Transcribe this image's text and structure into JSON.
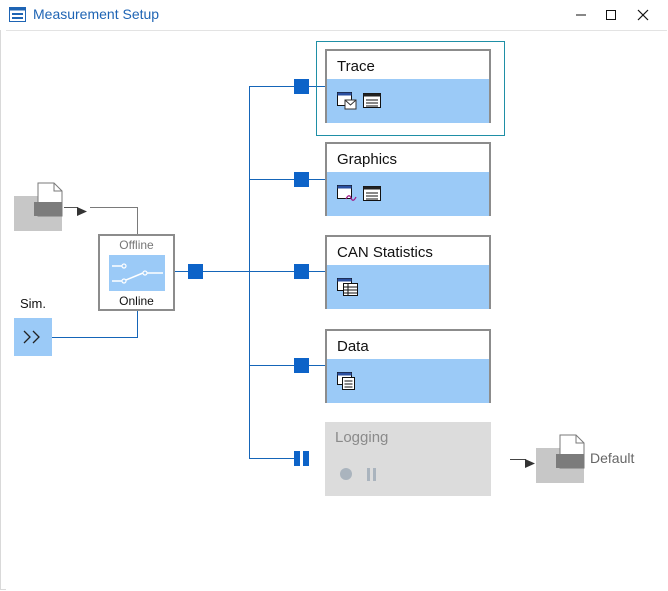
{
  "window": {
    "title": "Measurement Setup",
    "controls": [
      "minimize",
      "maximize",
      "close"
    ]
  },
  "sources": {
    "sim_label": "Sim."
  },
  "switch": {
    "offline_label": "Offline",
    "online_label": "Online"
  },
  "blocks": [
    {
      "label": "Trace",
      "icons": [
        "window-icon",
        "list-icon"
      ],
      "selected": true
    },
    {
      "label": "Graphics",
      "icons": [
        "graph-window-icon",
        "list-icon"
      ]
    },
    {
      "label": "CAN Statistics",
      "icons": [
        "statistics-table-icon"
      ]
    },
    {
      "label": "Data",
      "icons": [
        "data-window-icon"
      ]
    },
    {
      "label": "Logging",
      "icons": [
        "record-icon",
        "pause-icon"
      ],
      "disabled": true
    }
  ],
  "logging_target": {
    "label": "Default"
  },
  "colors": {
    "accent": "#0d63c8",
    "block_body": "#9bcaf7",
    "title": "#1e64b4",
    "disabled": "#dcdcdc"
  }
}
